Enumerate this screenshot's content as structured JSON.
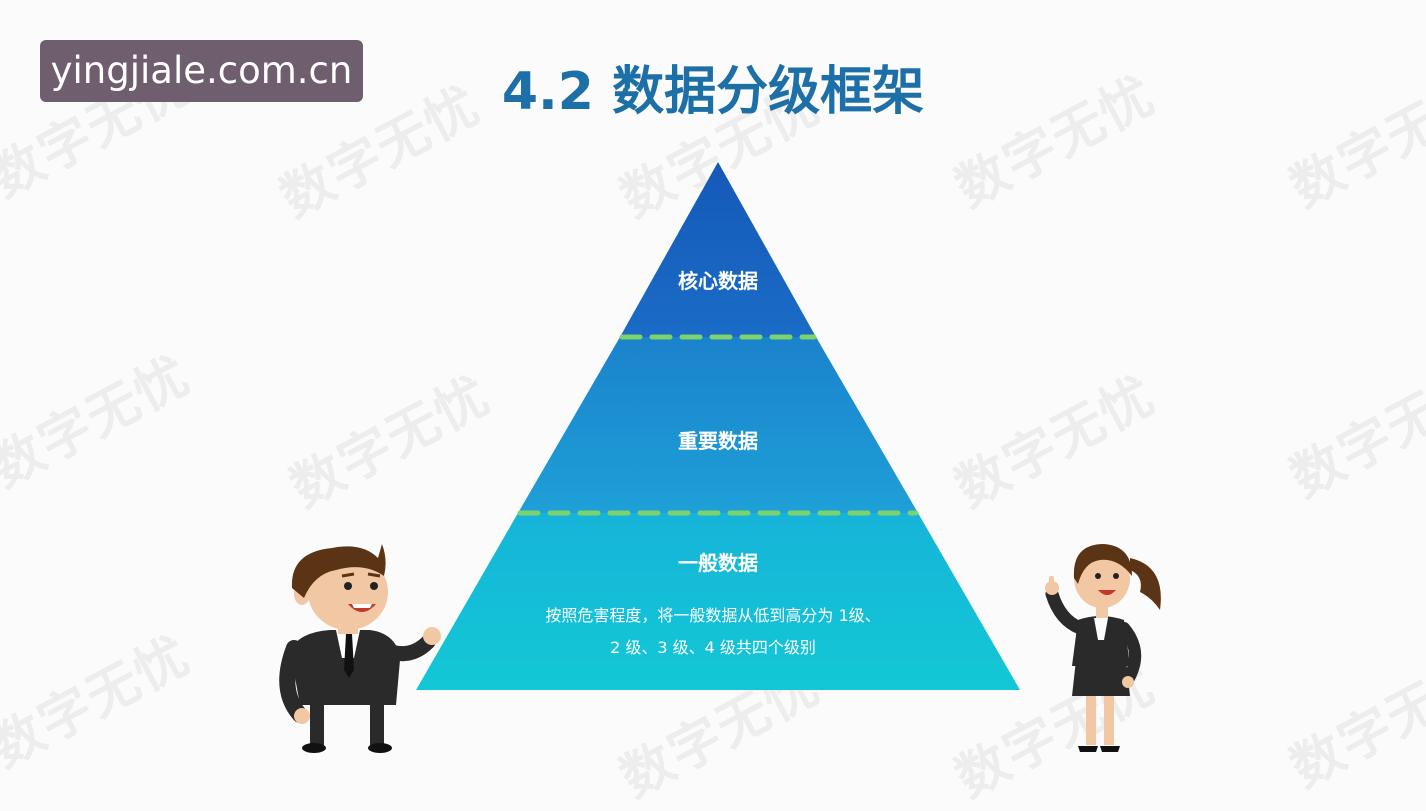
{
  "site_badge": "yingjiale.com.cn",
  "title": "4.2 数据分级框架",
  "watermark_text": "数字无忧",
  "pyramid": {
    "tiers": [
      {
        "label": "核心数据",
        "color": "#1564c0"
      },
      {
        "label": "重要数据",
        "color": "#1b8fd4"
      },
      {
        "label": "一般数据",
        "color": "#12c0d6"
      }
    ],
    "description_line1": "按照危害程度，将一般数据从低到高分为 1级、",
    "description_line2": "2 级、3 级、4 级共四个级别",
    "divider_color": "#7cd36b"
  },
  "colors": {
    "title": "#1d6fa8",
    "badge_bg": "#6e5e6e",
    "suit": "#2a2a2a",
    "skin": "#f2c7a4",
    "hair": "#5a3415"
  }
}
